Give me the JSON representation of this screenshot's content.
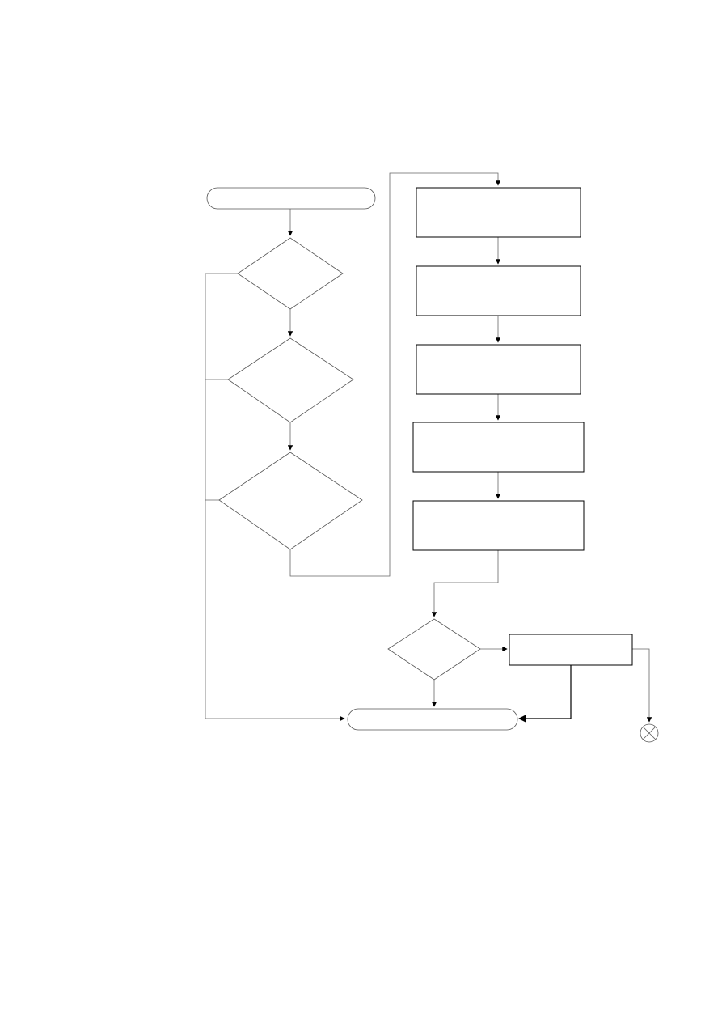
{
  "diagram": {
    "kind": "flowchart",
    "line_color": "#666666",
    "shape_stroke": "#000000",
    "background": "#ffffff",
    "nodes": [
      {
        "id": "start-terminator",
        "shape": "terminator",
        "label": ""
      },
      {
        "id": "decision-1",
        "shape": "diamond",
        "label": ""
      },
      {
        "id": "decision-2",
        "shape": "diamond",
        "label": ""
      },
      {
        "id": "decision-3",
        "shape": "diamond",
        "label": ""
      },
      {
        "id": "process-1",
        "shape": "rectangle",
        "label": ""
      },
      {
        "id": "process-2",
        "shape": "rectangle",
        "label": ""
      },
      {
        "id": "process-3",
        "shape": "rectangle",
        "label": ""
      },
      {
        "id": "process-4",
        "shape": "rectangle",
        "label": ""
      },
      {
        "id": "process-5",
        "shape": "rectangle",
        "label": ""
      },
      {
        "id": "decision-4",
        "shape": "diamond",
        "label": ""
      },
      {
        "id": "process-6",
        "shape": "rectangle",
        "label": ""
      },
      {
        "id": "end-terminator",
        "shape": "terminator",
        "label": ""
      },
      {
        "id": "off-page-connector",
        "shape": "circle-cross",
        "label": ""
      }
    ],
    "edges": [
      {
        "from": "start-terminator",
        "to": "decision-1"
      },
      {
        "from": "decision-1",
        "to": "decision-2"
      },
      {
        "from": "decision-2",
        "to": "decision-3"
      },
      {
        "from": "decision-3",
        "to": "process-1"
      },
      {
        "from": "decision-1",
        "to": "end-terminator"
      },
      {
        "from": "decision-2",
        "to": "end-terminator"
      },
      {
        "from": "decision-3",
        "to": "end-terminator"
      },
      {
        "from": "process-1",
        "to": "process-2"
      },
      {
        "from": "process-2",
        "to": "process-3"
      },
      {
        "from": "process-3",
        "to": "process-4"
      },
      {
        "from": "process-4",
        "to": "process-5"
      },
      {
        "from": "process-5",
        "to": "decision-4"
      },
      {
        "from": "decision-4",
        "to": "process-6"
      },
      {
        "from": "decision-4",
        "to": "end-terminator"
      },
      {
        "from": "process-6",
        "to": "end-terminator"
      },
      {
        "from": "process-6",
        "to": "off-page-connector"
      }
    ]
  }
}
